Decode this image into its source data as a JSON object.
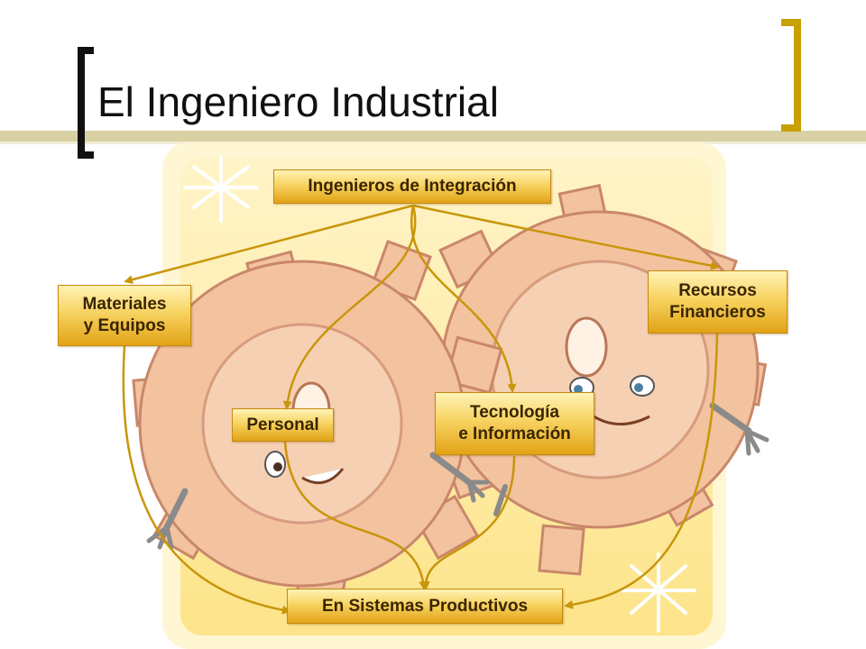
{
  "title": "El Ingeniero Industrial",
  "nodes": {
    "top": "Ingenieros de Integración",
    "materials": "Materiales\ny Equipos",
    "finance": "Recursos\nFinancieros",
    "personnel": "Personal",
    "technology": "Tecnología\ne Información",
    "bottom": "En Sistemas Productivos"
  },
  "colors": {
    "accent_bar": "#c8c08a",
    "bracket": "#c8a000",
    "connector": "#c8960a",
    "panel": "#fce69a",
    "gear": "#f3c29f"
  }
}
